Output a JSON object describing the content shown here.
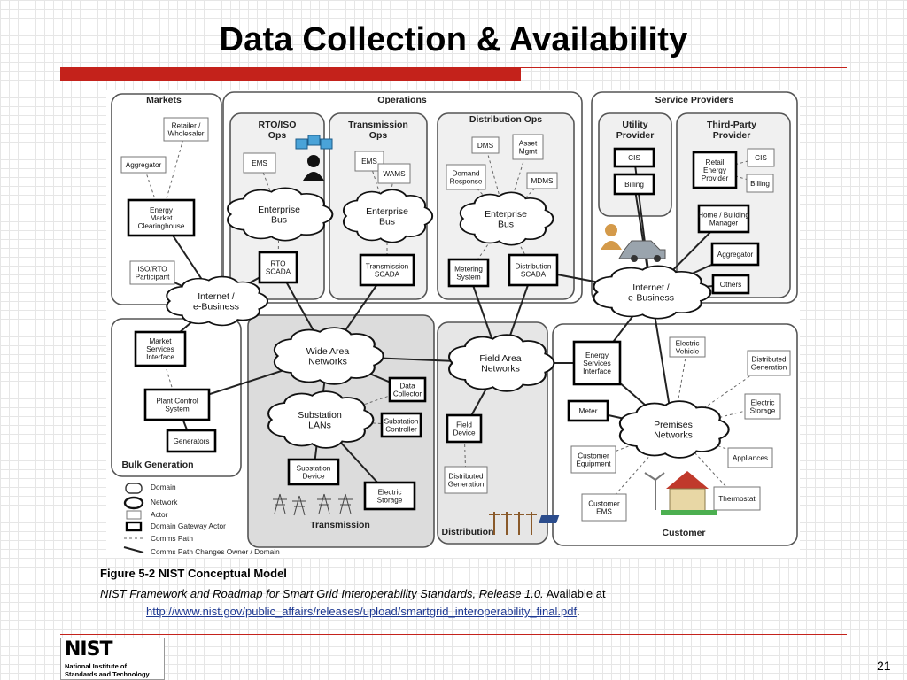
{
  "slide": {
    "title": "Data Collection & Availability",
    "page_number": "21"
  },
  "diagram": {
    "domains": {
      "markets": "Markets",
      "operations": "Operations",
      "service_providers": "Service Providers",
      "rto_ops": [
        "RTO/ISO",
        "Ops"
      ],
      "transmission_ops": [
        "Transmission",
        "Ops"
      ],
      "distribution_ops": "Distribution Ops",
      "utility_provider": [
        "Utility",
        "Provider"
      ],
      "third_party_provider": [
        "Third-Party",
        "Provider"
      ],
      "bulk_generation": "Bulk Generation",
      "transmission": "Transmission",
      "distribution": "Distribution",
      "customer": "Customer"
    },
    "actors": {
      "retailer": [
        "Retailer /",
        "Wholesaler"
      ],
      "aggregator_m": [
        "Aggregator"
      ],
      "market_clearinghouse": [
        "Energy",
        "Market",
        "Clearinghouse"
      ],
      "iso_participant": [
        "ISO/RTO",
        "Participant"
      ],
      "ems_rto": [
        "EMS"
      ],
      "rto_scada": [
        "RTO",
        "SCADA"
      ],
      "ems_trans": [
        "EMS"
      ],
      "wams": [
        "WAMS"
      ],
      "trans_scada": [
        "Transmission",
        "SCADA"
      ],
      "dms": [
        "DMS"
      ],
      "asset_mgmt": [
        "Asset",
        "Mgmt"
      ],
      "demand_response": [
        "Demand",
        "Response"
      ],
      "mdms": [
        "MDMS"
      ],
      "metering_system": [
        "Metering",
        "System"
      ],
      "dist_scada": [
        "Distribution",
        "SCADA"
      ],
      "cis_u": [
        "CIS"
      ],
      "billing_u": [
        "Billing"
      ],
      "retail_provider": [
        "Retail",
        "Energy",
        "Provider"
      ],
      "cis_t": [
        "CIS"
      ],
      "billing_t": [
        "Billing"
      ],
      "home_manager": [
        "Home / Building",
        "Manager"
      ],
      "aggregator_s": [
        "Aggregator"
      ],
      "others": [
        "Others"
      ],
      "market_services": [
        "Market",
        "Services",
        "Interface"
      ],
      "plant_control": [
        "Plant Control",
        "System"
      ],
      "generators": [
        "Generators"
      ],
      "data_collector": [
        "Data",
        "Collector"
      ],
      "sub_controller": [
        "Substation",
        "Controller"
      ],
      "sub_device": [
        "Substation",
        "Device"
      ],
      "electric_storage_t": [
        "Electric",
        "Storage"
      ],
      "field_device": [
        "Field",
        "Device"
      ],
      "distributed_gen_d": [
        "Distributed",
        "Generation"
      ],
      "esi": [
        "Energy",
        "Services",
        "Interface"
      ],
      "meter": [
        "Meter"
      ],
      "electric_vehicle": [
        "Electric",
        "Vehicle"
      ],
      "distributed_gen_c": [
        "Distributed",
        "Generation"
      ],
      "electric_storage_c": [
        "Electric",
        "Storage"
      ],
      "appliances": [
        "Appliances"
      ],
      "thermostat": [
        "Thermostat"
      ],
      "customer_equipment": [
        "Customer",
        "Equipment"
      ],
      "customer_ems": [
        "Customer",
        "EMS"
      ]
    },
    "networks": {
      "enterprise_bus_1": [
        "Enterprise",
        "Bus"
      ],
      "enterprise_bus_2": [
        "Enterprise",
        "Bus"
      ],
      "enterprise_bus_3": [
        "Enterprise",
        "Bus"
      ],
      "internet_left": [
        "Internet /",
        "e-Business"
      ],
      "internet_right": [
        "Internet /",
        "e-Business"
      ],
      "wide_area": [
        "Wide Area",
        "Networks"
      ],
      "substation_lans": [
        "Substation",
        "LANs"
      ],
      "field_area": [
        "Field Area",
        "Networks"
      ],
      "premises": [
        "Premises",
        "Networks"
      ]
    },
    "legend": [
      "Domain",
      "Network",
      "Actor",
      "Domain Gateway Actor",
      "Comms Path",
      "Comms Path Changes Owner / Domain"
    ]
  },
  "caption": {
    "figure_label": "Figure 5-2 NIST Conceptual Model",
    "citation_italic": "NIST Framework and Roadmap for Smart Grid Interoperability Standards, Release 1.0.",
    "available_text": " Available at",
    "url": "http://www.nist.gov/public_affairs/releases/upload/smartgrid_interoperability_final.pdf",
    "url_suffix": "."
  },
  "logo": {
    "wordmark": "NIST",
    "line1": "National Institute of",
    "line2": "Standards and Technology"
  }
}
